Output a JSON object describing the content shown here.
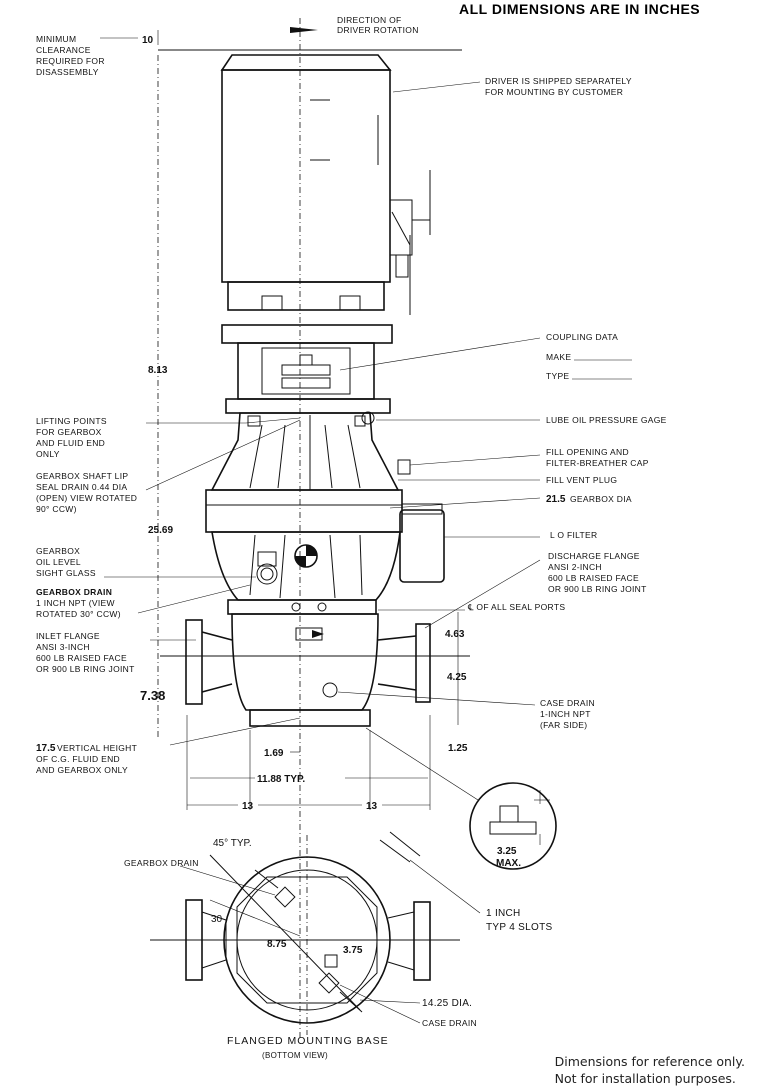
{
  "header": "ALL DIMENSIONS ARE IN INCHES",
  "notes": [
    "Dimensions for reference only.",
    "Not for installation purposes."
  ],
  "labels": {
    "direction": [
      "DIRECTION OF",
      "DRIVER ROTATION"
    ],
    "min_clearance": [
      "MINIMUM",
      "CLEARANCE",
      "REQUIRED FOR",
      "DISASSEMBLY"
    ],
    "driver": [
      "DRIVER IS SHIPPED SEPARATELY",
      "FOR MOUNTING BY CUSTOMER"
    ],
    "coupling": [
      "COUPLING DATA",
      "MAKE",
      "TYPE"
    ],
    "lube_gage": "LUBE OIL PRESSURE GAGE",
    "lifting": [
      "LIFTING POINTS",
      "FOR GEARBOX",
      "AND FLUID END",
      "ONLY"
    ],
    "fill_opening": [
      "FILL OPENING AND",
      "FILTER-BREATHER CAP"
    ],
    "fill_vent": "FILL VENT PLUG",
    "shaft_lip": [
      "GEARBOX SHAFT LIP",
      "SEAL DRAIN 0.44 DIA",
      "(OPEN) VIEW ROTATED",
      "90° CCW)"
    ],
    "gearbox_dia": "GEARBOX DIA",
    "lo_filter": "L O FILTER",
    "sight_glass": [
      "GEARBOX",
      "OIL LEVEL",
      "SIGHT GLASS"
    ],
    "discharge": [
      "DISCHARGE FLANGE",
      "ANSI 2-INCH",
      "600 LB RAISED FACE",
      "OR 900 LB RING JOINT"
    ],
    "gearbox_drain": [
      "GEARBOX DRAIN",
      "1 INCH NPT (VIEW",
      "ROTATED 30° CCW)"
    ],
    "seal_ports": "℄ OF ALL SEAL PORTS",
    "inlet": [
      "INLET FLANGE",
      "ANSI 3-INCH",
      "600 LB RAISED FACE",
      "OR 900 LB RING JOINT"
    ],
    "case_drain": [
      "CASE DRAIN",
      "1-INCH NPT",
      "(FAR SIDE)"
    ],
    "cg": [
      "VERTICAL HEIGHT",
      "OF C.G. FLUID END",
      "AND GEARBOX ONLY"
    ],
    "max": [
      "3.25",
      "MAX."
    ],
    "bottom_gearbox_drain": "GEARBOX DRAIN",
    "slots": [
      "1 INCH",
      "TYP 4 SLOTS"
    ],
    "bottom_dia": "14.25 DIA.",
    "bottom_case_drain": "CASE DRAIN",
    "caption": "FLANGED MOUNTING BASE",
    "caption_sub": "(BOTTOM VIEW)"
  },
  "dimensions": {
    "clearance": "10",
    "coupling_height": "8.13",
    "overall_height": "25.69",
    "gearbox_dia": "21.5",
    "seal_to_flange": "4.63",
    "flange_to_base": "4.25",
    "flange_height": "7.38",
    "cg_height": "17.5",
    "base_thickness": "1.25",
    "half_base": "1.69",
    "bolt_spacing": "11.88 TYP.",
    "left_face": "13",
    "right_face": "13",
    "angle": "45° TYP.",
    "angle_30": "30",
    "radius": "8.75",
    "offset": "3.75"
  }
}
